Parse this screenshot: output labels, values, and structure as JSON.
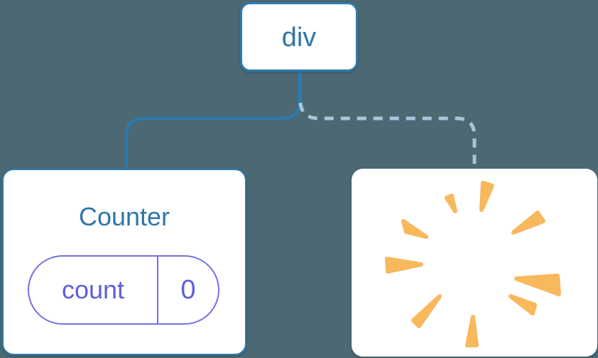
{
  "colors": {
    "bg": "#4B6873",
    "blue": "#2C7BB0",
    "blueText": "#2E76A6",
    "indigo": "#7370E5",
    "indigoText": "#605DDC",
    "dashed": "#A6C6DC",
    "orange": "#F8B85C",
    "card": "#FFFFFF"
  },
  "tree": {
    "root": {
      "label": "div"
    },
    "edges": [
      {
        "style": "solid",
        "from": "div",
        "to": "Counter"
      },
      {
        "style": "dashed",
        "from": "div",
        "to": "removed-node"
      }
    ],
    "children": [
      {
        "title": "Counter",
        "state": {
          "key": "count",
          "value": "0"
        }
      },
      {
        "icon": "poof-explosion-icon"
      }
    ]
  }
}
